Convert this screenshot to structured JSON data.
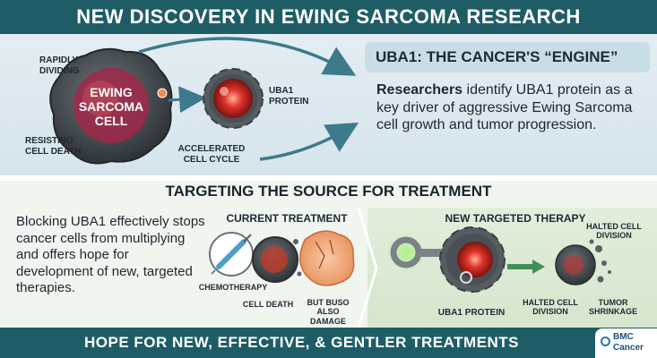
{
  "header": {
    "title": "NEW DISCOVERY IN EWING SARCOMA RESEARCH"
  },
  "upper": {
    "cell_label": "EWING SARCOMA CELL",
    "rapidly_dividing": "RAPIDLY DIVIDING",
    "resisting_death": "RESISTING CELL DEATH",
    "uba1_protein": "UBA1 PROTEIN",
    "accelerated": "ACCELERATED CELL CYCLE",
    "engine_title": "UBA1: THE CANCER'S “ENGINE”",
    "research_bold": "Researchers",
    "research_rest": " identify UBA1 protein as a key driver of aggressive Ewing Sarcoma cell growth and tumor progression."
  },
  "lower": {
    "section_title": "TARGETING THE SOURCE FOR TREATMENT",
    "blocking_text": "Blocking UBA1 effectively stops cancer cells from multiplying and offers hope for development of new, targeted therapies.",
    "current_title": "CURRENT TREATMENT",
    "chemotherapy": "CHEMOTHERAPY",
    "cell_death": "CELL DEATH",
    "but_buso": "BUT BUSO ALSO DAMAGE",
    "new_title": "NEW TARGETED THERAPY",
    "uba1_protein": "UBA1 PROTEIN",
    "halted_top": "HALTED CELL DIVISION",
    "halted_bottom": "HALTED CELL DIVISION",
    "tumor_shrinkage": "TUMOR SHRINKAGE"
  },
  "footer": {
    "title": "HOPE FOR NEW, EFFECTIVE, & GENTLER TREATMENTS",
    "logo_line1": "BMC",
    "logo_line2": "Cancer"
  },
  "colors": {
    "banner": "#1f5d66",
    "cancer_red": "#e0322a",
    "gear_gray": "#555d63",
    "arrow_blue": "#3d7a8c",
    "arrow_green": "#3f8f5c",
    "key_gray": "#7b8388"
  },
  "icons": [
    "cancer-cell-icon",
    "gear-icon",
    "syringe-icon",
    "damaged-cell-icon",
    "key-icon",
    "fragmenting-cell-icon",
    "arrow-icon"
  ]
}
